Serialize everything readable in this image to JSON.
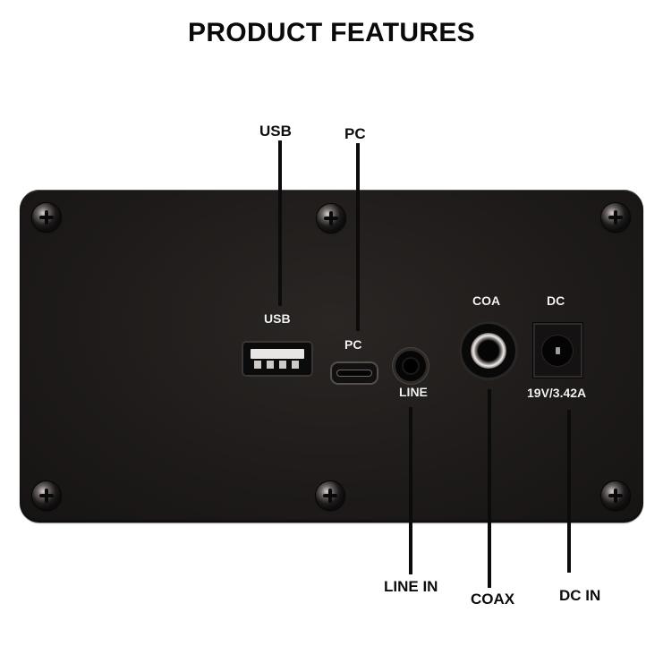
{
  "title": "PRODUCT FEATURES",
  "callouts": {
    "usb": "USB",
    "pc": "PC",
    "line_in": "LINE IN",
    "coax": "COAX",
    "dc_in": "DC IN"
  },
  "panel_labels": {
    "usb": "USB",
    "pc": "PC",
    "line": "LINE",
    "coa": "COA",
    "dc": "DC",
    "dc_rating": "19V/3.42A"
  },
  "ports": [
    {
      "id": "usb",
      "type": "usb-a-port"
    },
    {
      "id": "pc",
      "type": "micro-usb-port"
    },
    {
      "id": "line",
      "type": "3.5mm-audio-jack"
    },
    {
      "id": "coa",
      "type": "rca-coaxial-jack"
    },
    {
      "id": "dc",
      "type": "dc-barrel-jack"
    }
  ],
  "colors": {
    "background": "#ffffff",
    "panel": "#1d1a19",
    "text": "#0d0d0d",
    "panel_text": "#f2f2f2"
  }
}
